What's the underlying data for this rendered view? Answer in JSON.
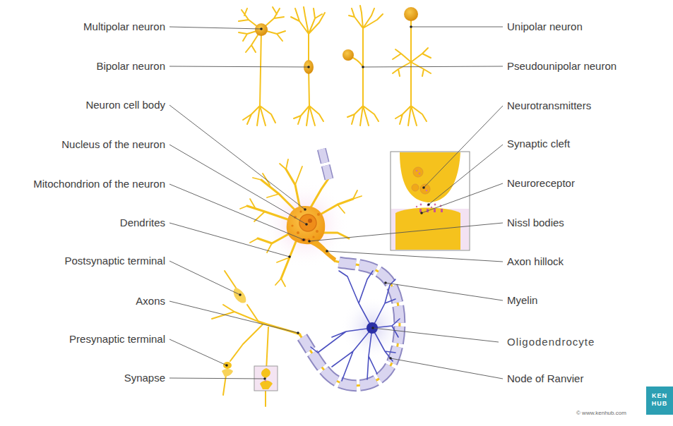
{
  "diagram": {
    "nodes": [
      {
        "text": [
          "KEN HUB"
        ]
      }
    ],
    "labels": [
      "Multipolar neuron",
      "Unipolar neuron",
      "Bipolar neuron",
      "Pseudounipolar neuron",
      "Neuron cell body",
      "Neurotransmitters",
      "Nucleus of the neuron",
      "Synaptic cleft",
      "Mitochondrion of the neuron",
      "Neuroreceptor",
      "Dendrites",
      "Nissl bodies",
      "Postsynaptic terminal",
      "Axon hillock",
      "Axons",
      "Myelin",
      "Presynaptic terminal",
      "Oligodendrocyte",
      "Synapse",
      "Node of Ranvier",
      "© www.kenhub.com"
    ]
  }
}
